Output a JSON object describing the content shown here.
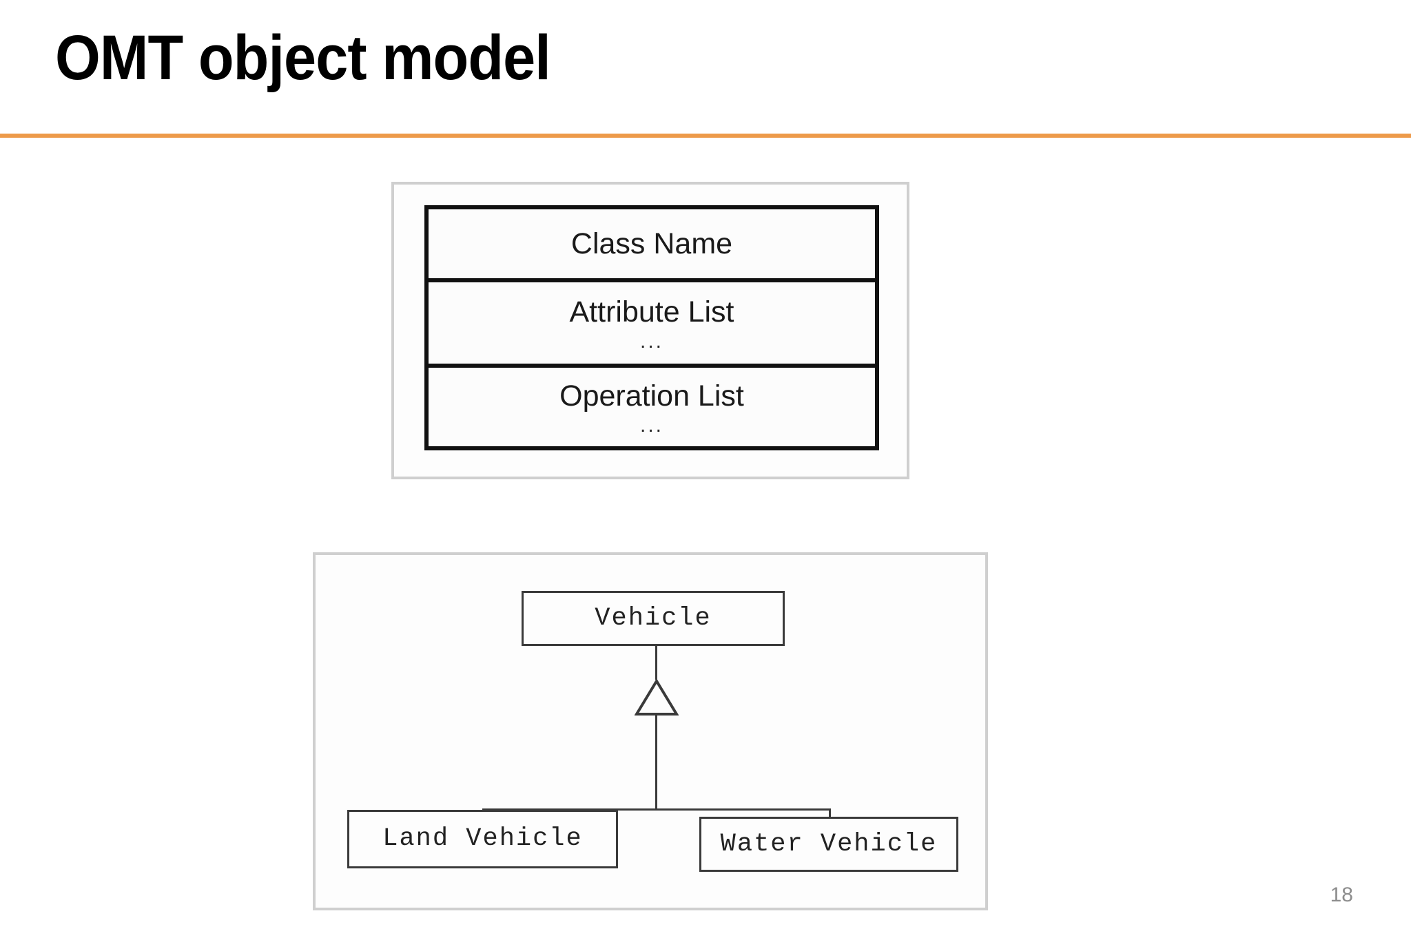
{
  "slide": {
    "title": "OMT object model",
    "page_number": "18",
    "accent_color": "#ed9a4a",
    "background_color": "#ffffff"
  },
  "figures": [
    {
      "name": "class-box-notation",
      "class_box": {
        "compartments": [
          {
            "label": "Class Name",
            "ellipsis": ""
          },
          {
            "label": "Attribute List",
            "ellipsis": "..."
          },
          {
            "label": "Operation List",
            "ellipsis": "..."
          }
        ]
      }
    },
    {
      "name": "inheritance-notation",
      "diagram": {
        "superclass": {
          "label": "Vehicle"
        },
        "subclasses": [
          {
            "label": "Land Vehicle"
          },
          {
            "label": "Water Vehicle"
          }
        ],
        "relationship": "generalization"
      }
    }
  ],
  "icons": {
    "generalization_triangle": "hollow-triangle-icon"
  }
}
